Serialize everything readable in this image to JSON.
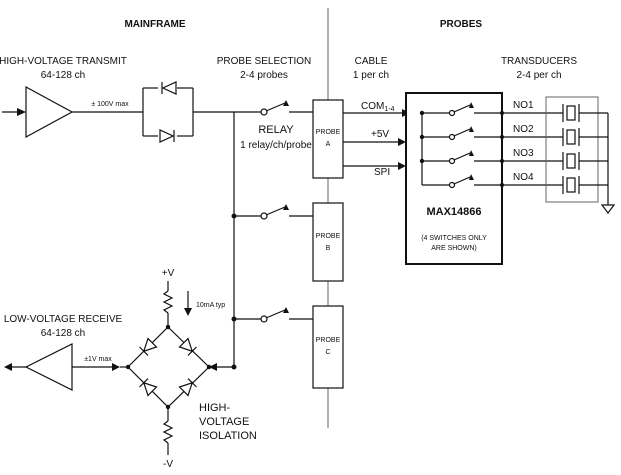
{
  "headings": {
    "mainframe": "MAINFRAME",
    "probes": "PROBES"
  },
  "transmit": {
    "title": "HIGH-VOLTAGE TRANSMIT",
    "channels": "64-128 ch",
    "voltage": "± 100V max"
  },
  "receive": {
    "title": "LOW-VOLTAGE RECEIVE",
    "channels": "64-128 ch",
    "voltage": "±1V max"
  },
  "probe_selection": {
    "title": "PROBE SELECTION",
    "count": "2-4 probes"
  },
  "relay": {
    "title": "RELAY",
    "detail": "1 relay/ch/probe"
  },
  "cable": {
    "title": "CABLE",
    "detail": "1 per ch"
  },
  "transducers": {
    "title": "TRANSDUCERS",
    "detail": "2-4 per ch"
  },
  "probes": [
    {
      "name": "PROBE",
      "letter": "A"
    },
    {
      "name": "PROBE",
      "letter": "B"
    },
    {
      "name": "PROBE",
      "letter": "C"
    }
  ],
  "signals": {
    "com_main": "COM",
    "com_sub": "1-4",
    "plus5v": "+5V",
    "spi": "SPI"
  },
  "chip": {
    "name": "MAX14866",
    "note_line1": "(4 SWITCHES ONLY",
    "note_line2": "ARE SHOWN)"
  },
  "outputs": [
    "NO1",
    "NO2",
    "NO3",
    "NO4"
  ],
  "bias": {
    "plus_v": "+V",
    "minus_v": "-V",
    "current": "10mA typ"
  },
  "isolation": {
    "line1": "HIGH-",
    "line2": "VOLTAGE",
    "line3": "ISOLATION"
  }
}
